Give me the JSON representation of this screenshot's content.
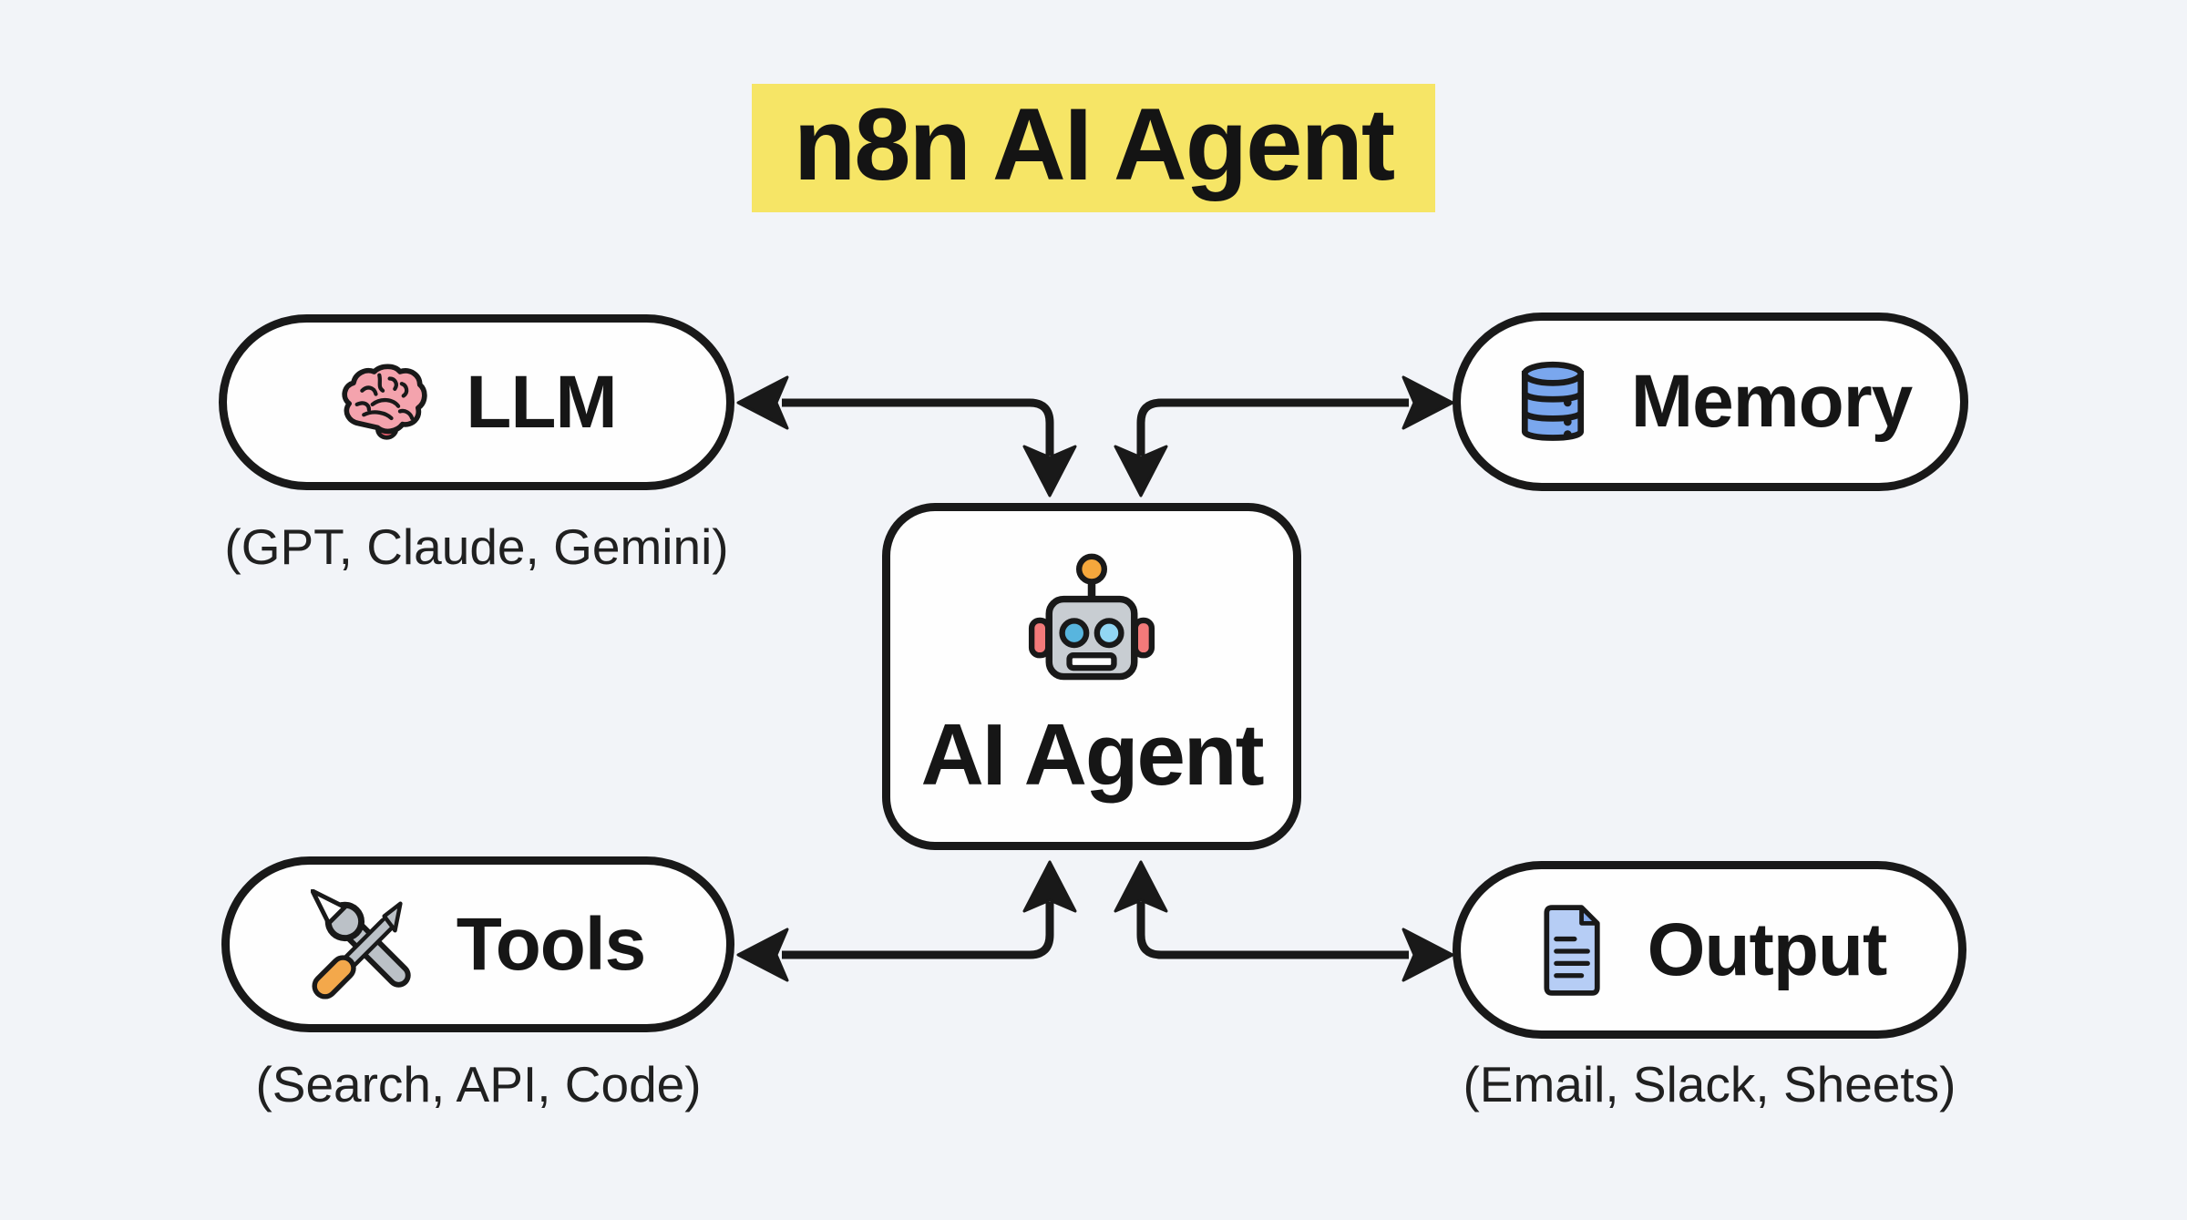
{
  "title": {
    "text": "n8n AI Agent"
  },
  "colors": {
    "background": "#F2F4F8",
    "node_fill": "#FEFEFE",
    "stroke": "#191919",
    "highlight_yellow": "#F6E566",
    "brain_pink": "#F4A3AD",
    "brain_stem_red": "#EC6070",
    "db_blue": "#7AA7EE",
    "robot_gray": "#C8CDD2",
    "robot_antenna_orange": "#F5A73C",
    "robot_ear_red": "#F37A7A",
    "robot_eye_left_blue": "#58B5DE",
    "robot_eye_right_blue": "#92D6F3",
    "robot_mouth_white": "#FFFFFF",
    "tool_gray": "#BBC1C7",
    "tool_handle_orange": "#F3A84B",
    "doc_blue": "#B6CDF5",
    "doc_fold_blue": "#84A9E9"
  },
  "nodes": {
    "llm": {
      "label": "LLM",
      "subtitle": "(GPT, Claude, Gemini)",
      "icon": "brain-icon"
    },
    "memory": {
      "label": "Memory",
      "icon": "database-icon"
    },
    "agent": {
      "label": "AI Agent",
      "icon": "robot-icon"
    },
    "tools": {
      "label": "Tools",
      "subtitle": "(Search, API, Code)",
      "icon": "tools-icon"
    },
    "output": {
      "label": "Output",
      "subtitle": "(Email, Slack, Sheets)",
      "icon": "document-icon"
    }
  },
  "arrows": [
    {
      "between": [
        "AI Agent",
        "LLM"
      ],
      "bidirectional": true
    },
    {
      "between": [
        "AI Agent",
        "Memory"
      ],
      "bidirectional": true
    },
    {
      "between": [
        "AI Agent",
        "Tools"
      ],
      "bidirectional": true
    },
    {
      "between": [
        "AI Agent",
        "Output"
      ],
      "bidirectional": true
    }
  ]
}
